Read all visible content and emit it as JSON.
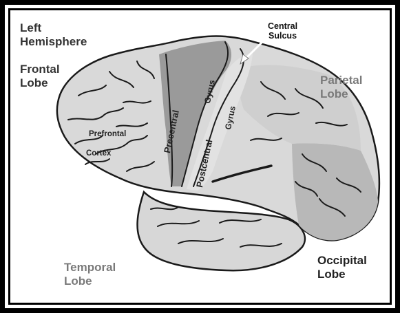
{
  "labels": {
    "hemisphere": "Left\nHemisphere",
    "frontal": "Frontal\nLobe",
    "central_sulcus": "Central\nSulcus",
    "parietal": "Parietal\nLobe",
    "temporal": "Temporal\nLobe",
    "occipital": "Occipital\nLobe",
    "prefrontal": "Prefrontal",
    "cortex": "Cortex",
    "precentral": "Precentral",
    "gyrus_upper": "Gyrus",
    "postcentral": "Postcentral",
    "gyrus_post": "Gyrus"
  },
  "colors": {
    "brain_fill": "#d9d9d9",
    "precentral_fill": "#9a9a9a",
    "parietal_fill": "#cccccc",
    "occipital_fill": "#b5b5b5",
    "outline": "#1a1a1a",
    "frame": "#000000"
  }
}
